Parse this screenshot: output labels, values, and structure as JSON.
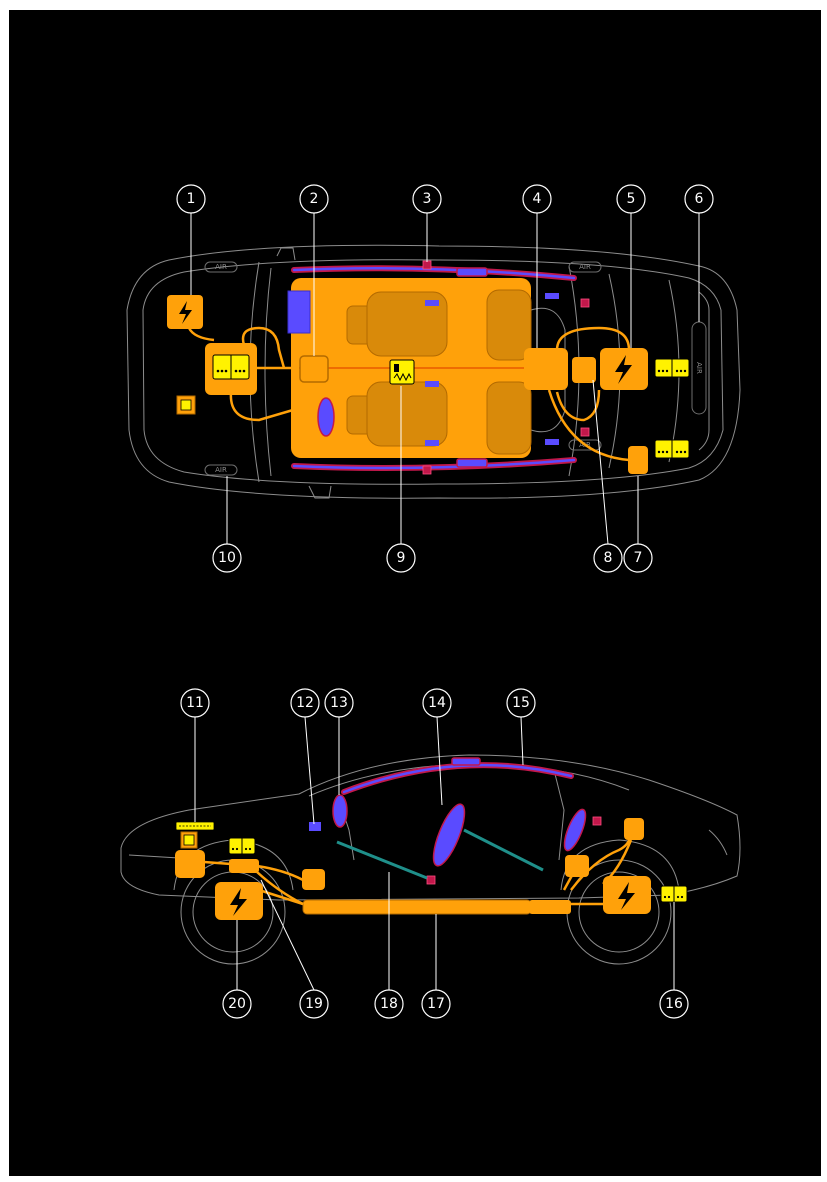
{
  "diagram": {
    "background": "#000000",
    "colors": {
      "high_voltage": "#ffa10a",
      "airbag": "#5a4bff",
      "curtain_airbag": "#c2184b",
      "cable_warning_yellow": "#fff200",
      "reinforcement": "#1f8f8a",
      "outline": "#8c8c8c",
      "callout": "#ffffff"
    },
    "top_view": {
      "air_labels": [
        "AIR",
        "AIR",
        "AIR",
        "AIR",
        "AIR"
      ]
    },
    "callouts": [
      {
        "number": "1"
      },
      {
        "number": "2"
      },
      {
        "number": "3"
      },
      {
        "number": "4"
      },
      {
        "number": "5"
      },
      {
        "number": "6"
      },
      {
        "number": "7"
      },
      {
        "number": "8"
      },
      {
        "number": "9"
      },
      {
        "number": "10"
      },
      {
        "number": "11"
      },
      {
        "number": "12"
      },
      {
        "number": "13"
      },
      {
        "number": "14"
      },
      {
        "number": "15"
      },
      {
        "number": "16"
      },
      {
        "number": "17"
      },
      {
        "number": "18"
      },
      {
        "number": "19"
      },
      {
        "number": "20"
      }
    ],
    "icons": {
      "high_voltage": "lightning-bolt-icon",
      "fuse_box": "fuse-box-icon",
      "gas_generator": "gas-generator-icon",
      "ecu": "ecu-icon",
      "seatbelt_pretensioner": "pretensioner-icon"
    }
  }
}
